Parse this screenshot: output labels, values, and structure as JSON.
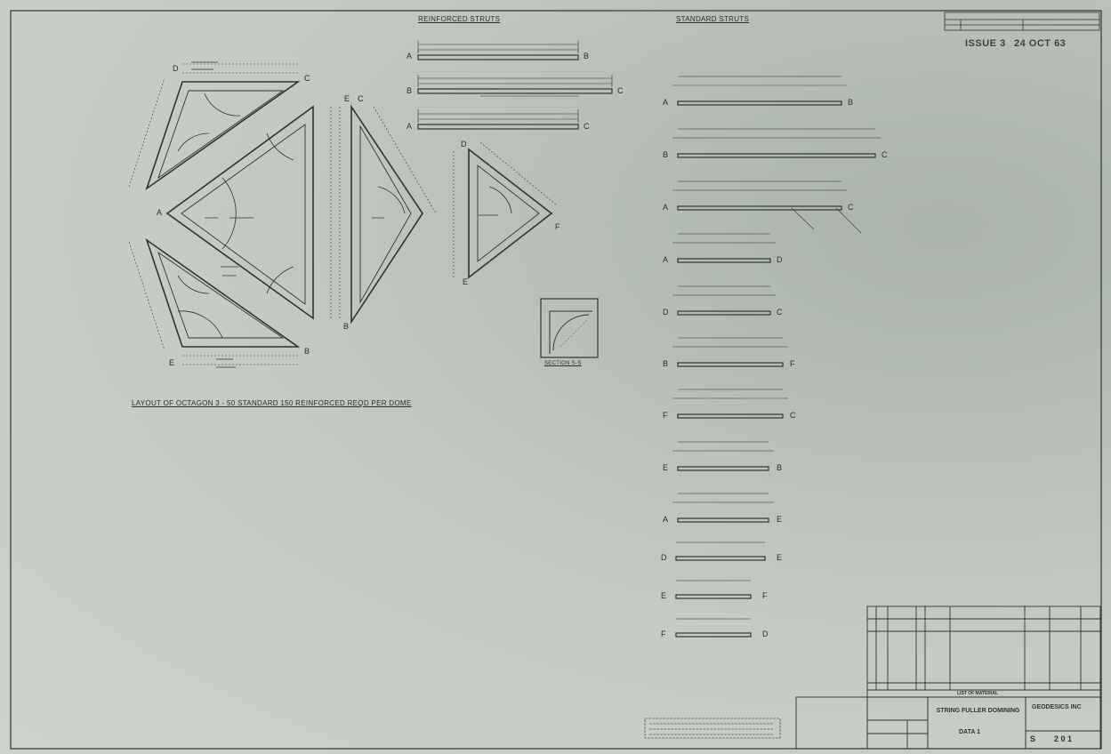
{
  "header": {
    "issue_label": "ISSUE 3",
    "issue_date": "24 OCT 63",
    "reinforced_struts_title": "REINFORCED STRUTS",
    "standard_struts_title": "STANDARD STRUTS"
  },
  "layout": {
    "caption": "LAYOUT OF OCTAGON 3  -  50 STANDARD 150 REINFORCED REQD PER DOME",
    "section_label": "SECTION S-S"
  },
  "reinforced_struts": [
    {
      "from": "A",
      "to": "B"
    },
    {
      "from": "B",
      "to": "C"
    },
    {
      "from": "A",
      "to": "C"
    }
  ],
  "standard_struts": [
    {
      "from": "A",
      "to": "B"
    },
    {
      "from": "B",
      "to": "C"
    },
    {
      "from": "A",
      "to": "C"
    },
    {
      "from": "A",
      "to": "D"
    },
    {
      "from": "D",
      "to": "C"
    },
    {
      "from": "B",
      "to": "F"
    },
    {
      "from": "F",
      "to": "C"
    },
    {
      "from": "E",
      "to": "B"
    },
    {
      "from": "A",
      "to": "E"
    },
    {
      "from": "D",
      "to": "E"
    },
    {
      "from": "E",
      "to": "F"
    },
    {
      "from": "F",
      "to": "D"
    }
  ],
  "triangles": {
    "left": {
      "points": [
        "D",
        "C",
        "A",
        "E",
        "B"
      ]
    },
    "right": {
      "points": [
        "E",
        "C",
        "B"
      ]
    },
    "small": {
      "points": [
        "D",
        "E",
        "F"
      ]
    }
  },
  "title_block": {
    "list_heading": "LIST OF MATERIAL",
    "title": "STRING FULLER DOMINING",
    "subtitle": "DATA 1",
    "company": "GEODESICS INC",
    "drawing_no": "2 0 1",
    "sheet": "S"
  },
  "colors": {
    "paper": "#c3cbc3",
    "ink": "#2a2f2c"
  }
}
